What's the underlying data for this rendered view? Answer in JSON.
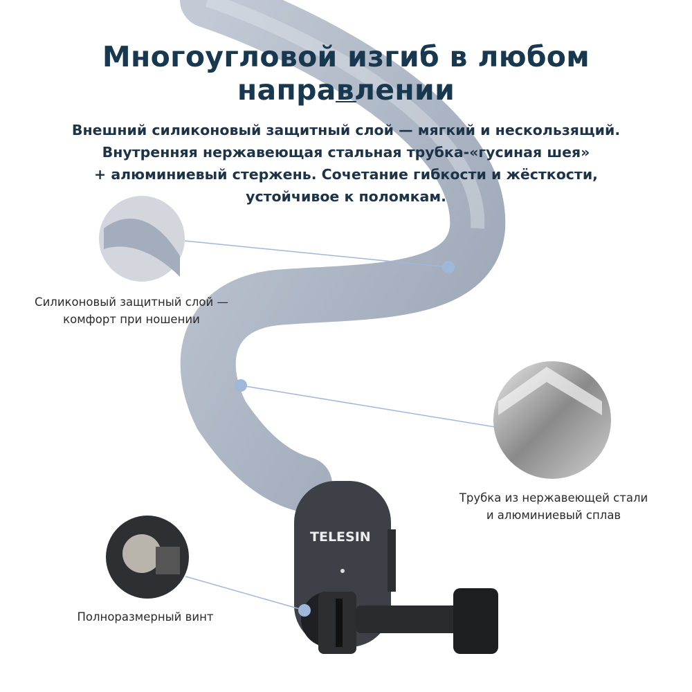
{
  "title": "Многоугловой изгиб в любом направлении",
  "description": [
    "Внешний силиконовый защитный слой — мягкий и нескользящий.",
    "Внутренняя нержавеющая стальная трубка-«гусиная шея»",
    "+ алюминиевый стержень. Сочетание гибкости и жёсткости,",
    "устойчивое к поломкам."
  ],
  "callouts": {
    "silicone": [
      "Силиконовый защитный слой —",
      "комфорт при ношении"
    ],
    "steel": [
      "Трубка из нержавеющей стали",
      "и алюминиевый сплав"
    ],
    "screw": [
      "Полноразмерный винт"
    ]
  },
  "brand": "TELESIN",
  "colors": {
    "title": "#17384f",
    "accent_dot": "#9fb8da",
    "silicone": "#a9b3c2"
  }
}
